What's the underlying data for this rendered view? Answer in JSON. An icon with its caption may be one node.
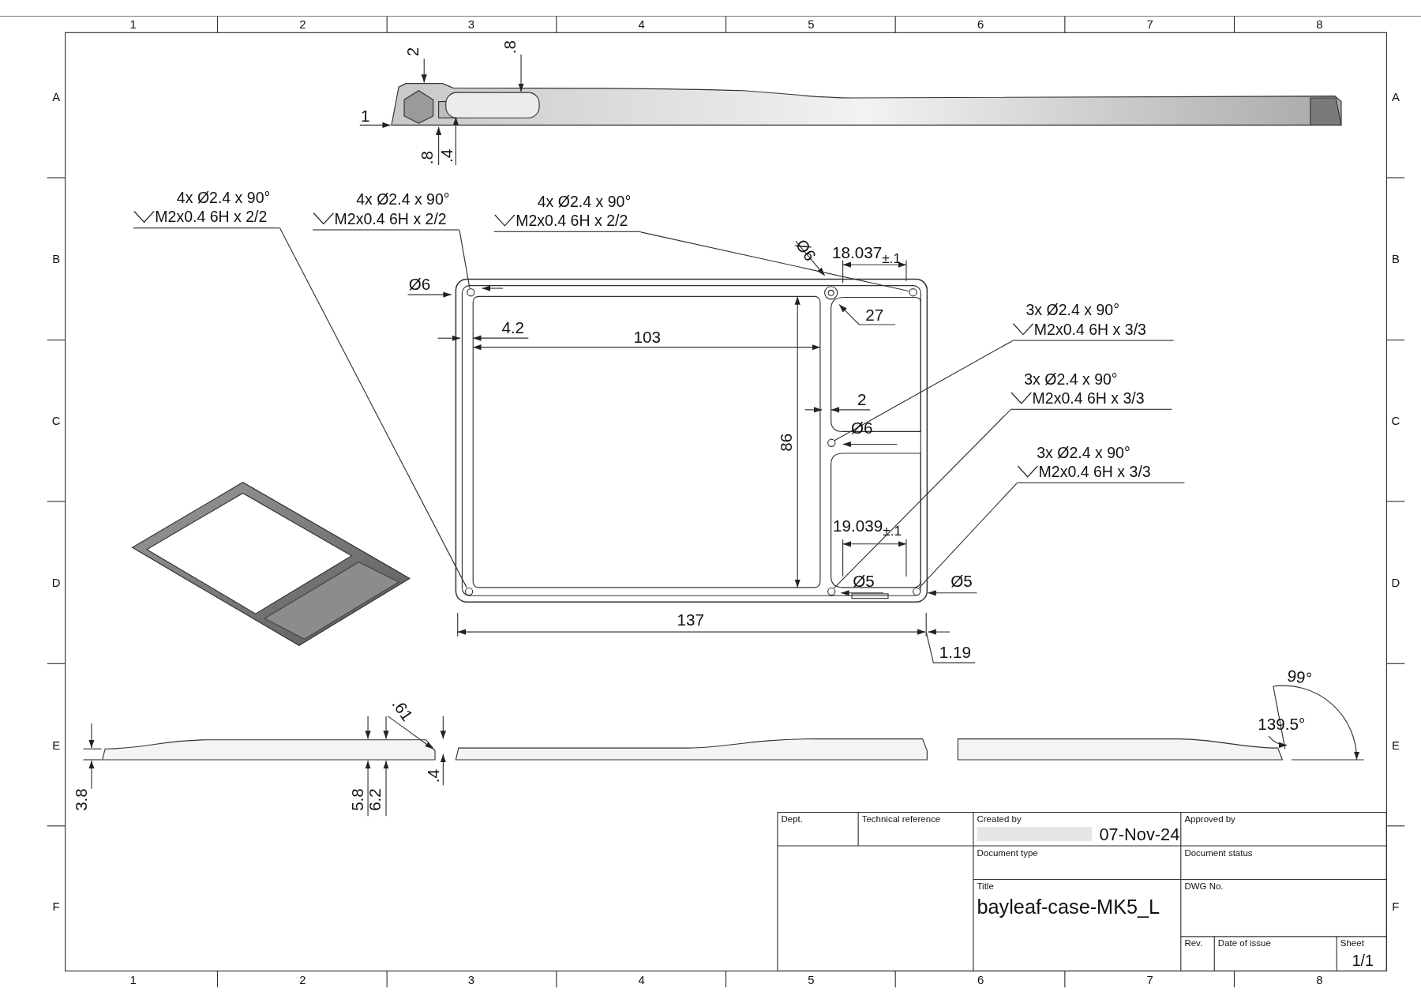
{
  "diagram": {
    "nodes": [
      {
        "text": [
          "4x Ø2.4 x 90°",
          "M2x0.4 6H x 2/2"
        ]
      },
      {
        "text": [
          "4x Ø2.4 x 90°",
          "M2x0.4 6H x 2/2"
        ]
      },
      {
        "text": [
          "4x Ø2.4 x 90°",
          "M2x0.4 6H x 2/2"
        ]
      },
      {
        "text": [
          "3x Ø2.4 x 90°",
          "M2x0.4 6H x 3/3"
        ]
      },
      {
        "text": [
          "3x Ø2.4 x 90°",
          "M2x0.4 6H x 3/3"
        ]
      },
      {
        "text": [
          "3x Ø2.4 x 90°",
          "M2x0.4 6H x 3/3"
        ]
      },
      {
        "text": [],
        "shape": "circle"
      },
      {
        "text": [],
        "shape": "circle"
      },
      {
        "text": [],
        "shape": "circle"
      },
      {
        "text": [],
        "shape": "circle"
      },
      {
        "text": [],
        "shape": "circle"
      },
      {
        "text": [],
        "shape": "circle"
      }
    ],
    "edges": [
      {
        "from": 0,
        "to": 6,
        "arrow": "none"
      },
      {
        "from": 1,
        "to": 7,
        "arrow": "none"
      },
      {
        "from": 2,
        "to": 8,
        "arrow": "none"
      },
      {
        "from": 3,
        "to": 9,
        "arrow": "none"
      },
      {
        "from": 4,
        "to": 10,
        "arrow": "none"
      },
      {
        "from": 5,
        "to": 11,
        "arrow": "none"
      }
    ],
    "labels": [
      "1",
      "2",
      "3",
      "4",
      "5",
      "6",
      "7",
      "8",
      "2",
      ".8",
      "1",
      ".8",
      ".4",
      "A",
      "A",
      "B",
      "B",
      "Ø6",
      "18.037$_{±.1}$",
      "Ø6",
      "27",
      "4.2",
      "103",
      "C",
      "C",
      "2",
      "Ø6",
      "86",
      "19.039$_{±.1}$",
      "D",
      "D",
      "Ø5",
      "Ø5",
      "137",
      "1.19",
      "99°",
      ".61",
      "139.5°",
      "E",
      "E",
      "3.8",
      "5.8",
      "6.2",
      ".4",
      "Dept.",
      "Technical reference",
      "Created by",
      "07-Nov-24",
      "Approved by",
      "Document type",
      "Document status",
      "F",
      "F",
      "Title",
      "bayleaf-case-MK5_L",
      "DWG No.",
      "Rev.",
      "Date of issue",
      "Sheet",
      "1/1",
      "1",
      "2",
      "3",
      "4",
      "5",
      "6",
      "7",
      "8"
    ]
  }
}
